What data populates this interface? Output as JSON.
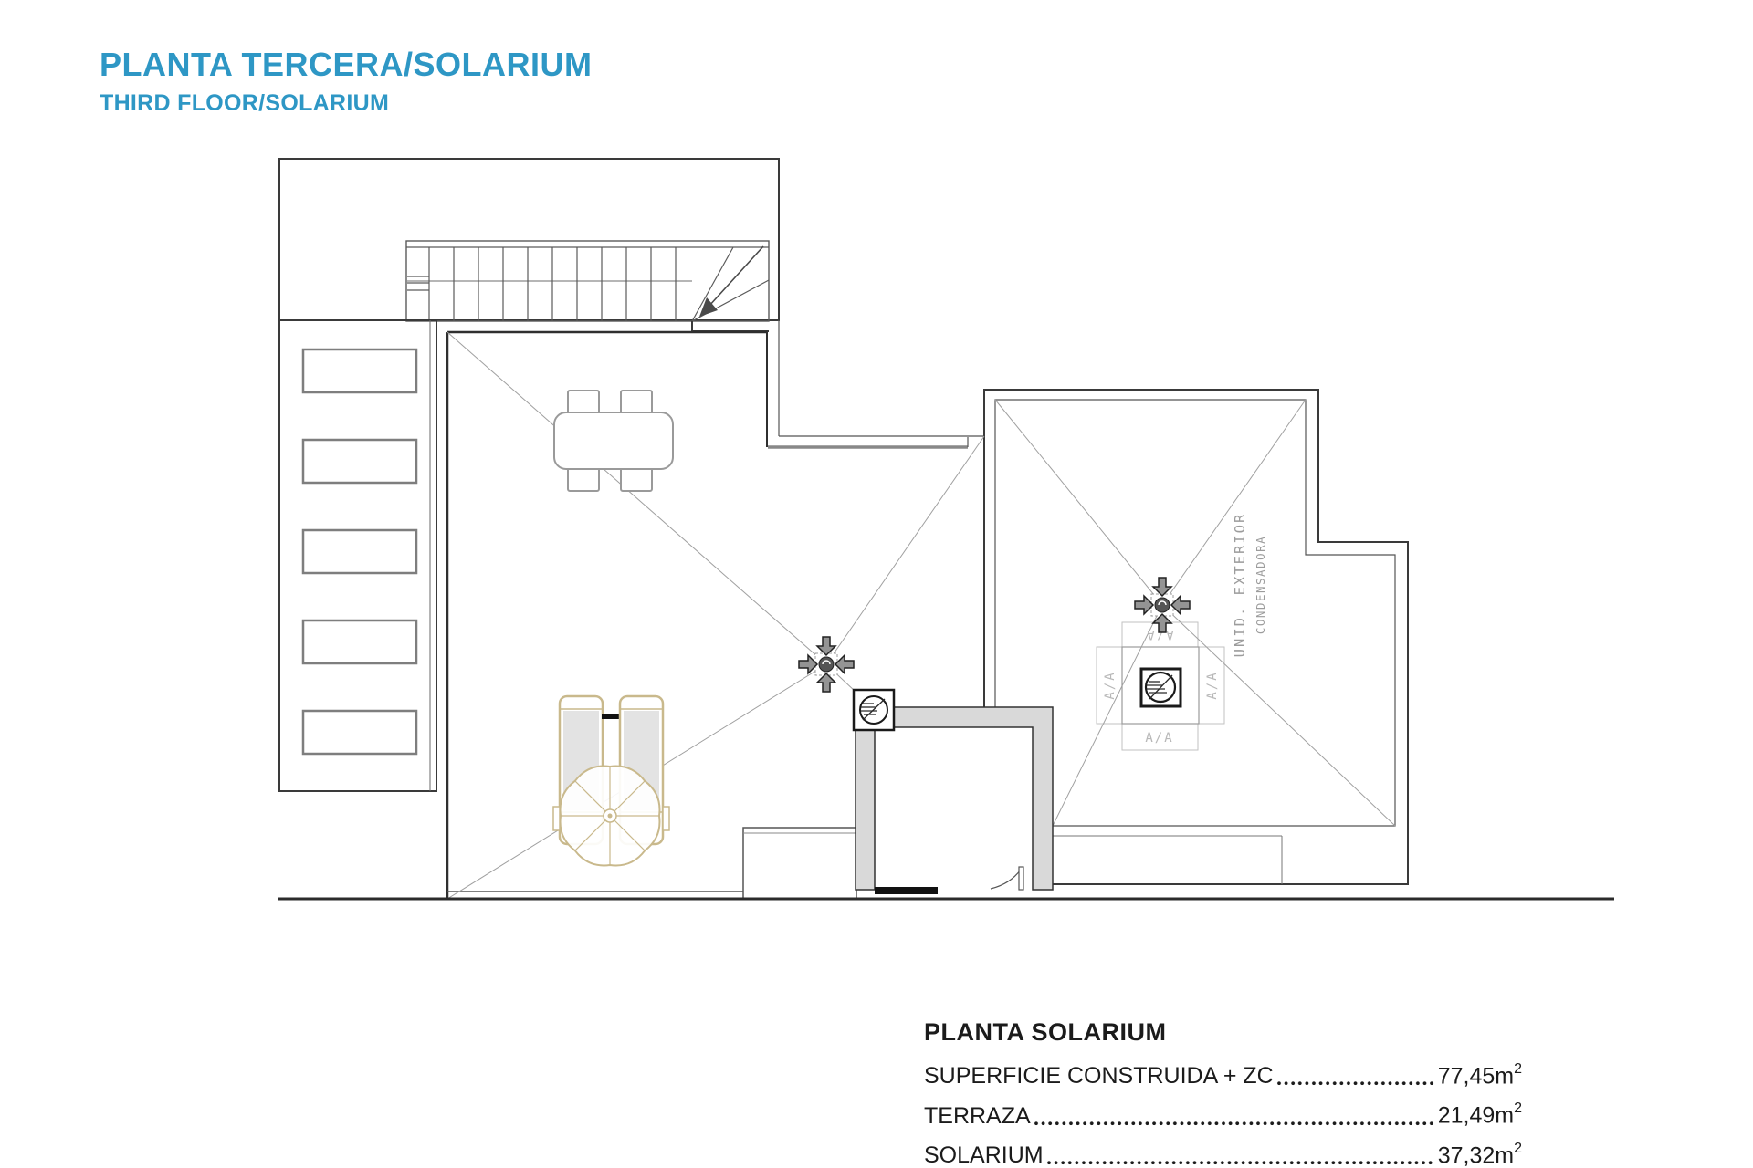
{
  "header": {
    "title": "PLANTA TERCERA/SOLARIUM",
    "subtitle": "THIRD FLOOR/SOLARIUM",
    "accent_color": "#2e97c5"
  },
  "plan": {
    "labels": {
      "ac_unit": "A/A",
      "condenser_line1": "UNID. EXTERIOR",
      "condenser_line2": "CONDENSADORA"
    },
    "colors": {
      "wall_gray": "#d9d9d9",
      "line_dark": "#3a3a3a",
      "furniture_beige": "#c9b98c",
      "cushion_gray": "#e3e3e3"
    }
  },
  "area_table": {
    "heading": "PLANTA SOLARIUM",
    "rows": [
      {
        "label": "SUPERFICIE CONSTRUIDA + ZC",
        "value": "77,45",
        "unit": "m",
        "unit_sup": "2"
      },
      {
        "label": "TERRAZA",
        "value": "21,49",
        "unit": "m",
        "unit_sup": "2"
      },
      {
        "label": "SOLARIUM",
        "value": "37,32",
        "unit": "m",
        "unit_sup": "2"
      }
    ]
  }
}
